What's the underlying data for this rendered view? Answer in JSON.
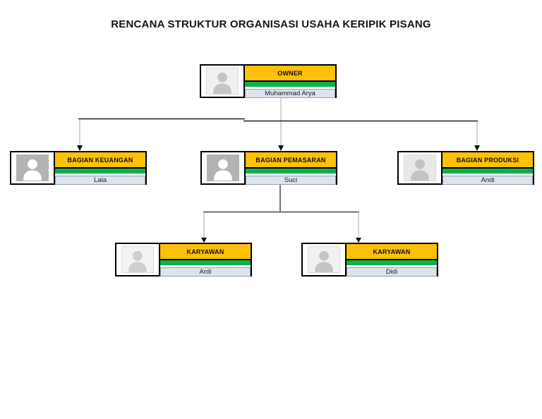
{
  "title": "RENCANA STRUKTUR ORGANISASI USAHA KERIPIK PISANG",
  "colors": {
    "header_fill": "#FFC008",
    "stripe_fill": "#0FAE4E",
    "nameplate_fill": "#DCE4F0",
    "node_border": "#000000",
    "connector_dark": "#1f1f1f",
    "connector_mid": "#6f6f6f",
    "connector_light": "#c9c9c9",
    "arrow": "#111111"
  },
  "nodes": [
    {
      "id": "owner",
      "role": "OWNER",
      "name": "Muhammad Arya",
      "photo": {
        "bg": "#f1f1f1",
        "fg": "#c5c5c5",
        "border": "#d9d9d9"
      }
    },
    {
      "id": "keuangan",
      "role": "BAGIAN KEUANGAN",
      "name": "Lala",
      "photo": {
        "bg": "#b3b3b3",
        "fg": "#ffffff",
        "border": "#b3b3b3"
      }
    },
    {
      "id": "pemasaran",
      "role": "BAGIAN PEMASARAN",
      "name": "Suci",
      "photo": {
        "bg": "#b3b3b3",
        "fg": "#ffffff",
        "border": "#b3b3b3"
      }
    },
    {
      "id": "produksi",
      "role": "BAGIAN PRODUKSI",
      "name": "Andi",
      "photo": {
        "bg": "#e8e8e8",
        "fg": "#c3c3c3",
        "border": "#dcdcdc"
      }
    },
    {
      "id": "karyawan-ardi",
      "role": "KARYAWAN",
      "name": "Ardi",
      "photo": {
        "bg": "#f3f3f3",
        "fg": "#cfcfcf",
        "border": "#dedede"
      }
    },
    {
      "id": "karyawan-didi",
      "role": "KARYAWAN",
      "name": "Didi",
      "photo": {
        "bg": "#f1f1f1",
        "fg": "#c5c5c5",
        "border": "#dcdcdc"
      }
    }
  ],
  "edges": [
    {
      "from": "owner",
      "to": "keuangan"
    },
    {
      "from": "owner",
      "to": "pemasaran"
    },
    {
      "from": "owner",
      "to": "produksi"
    },
    {
      "from": "pemasaran",
      "to": "karyawan-ardi"
    },
    {
      "from": "pemasaran",
      "to": "karyawan-didi"
    }
  ]
}
